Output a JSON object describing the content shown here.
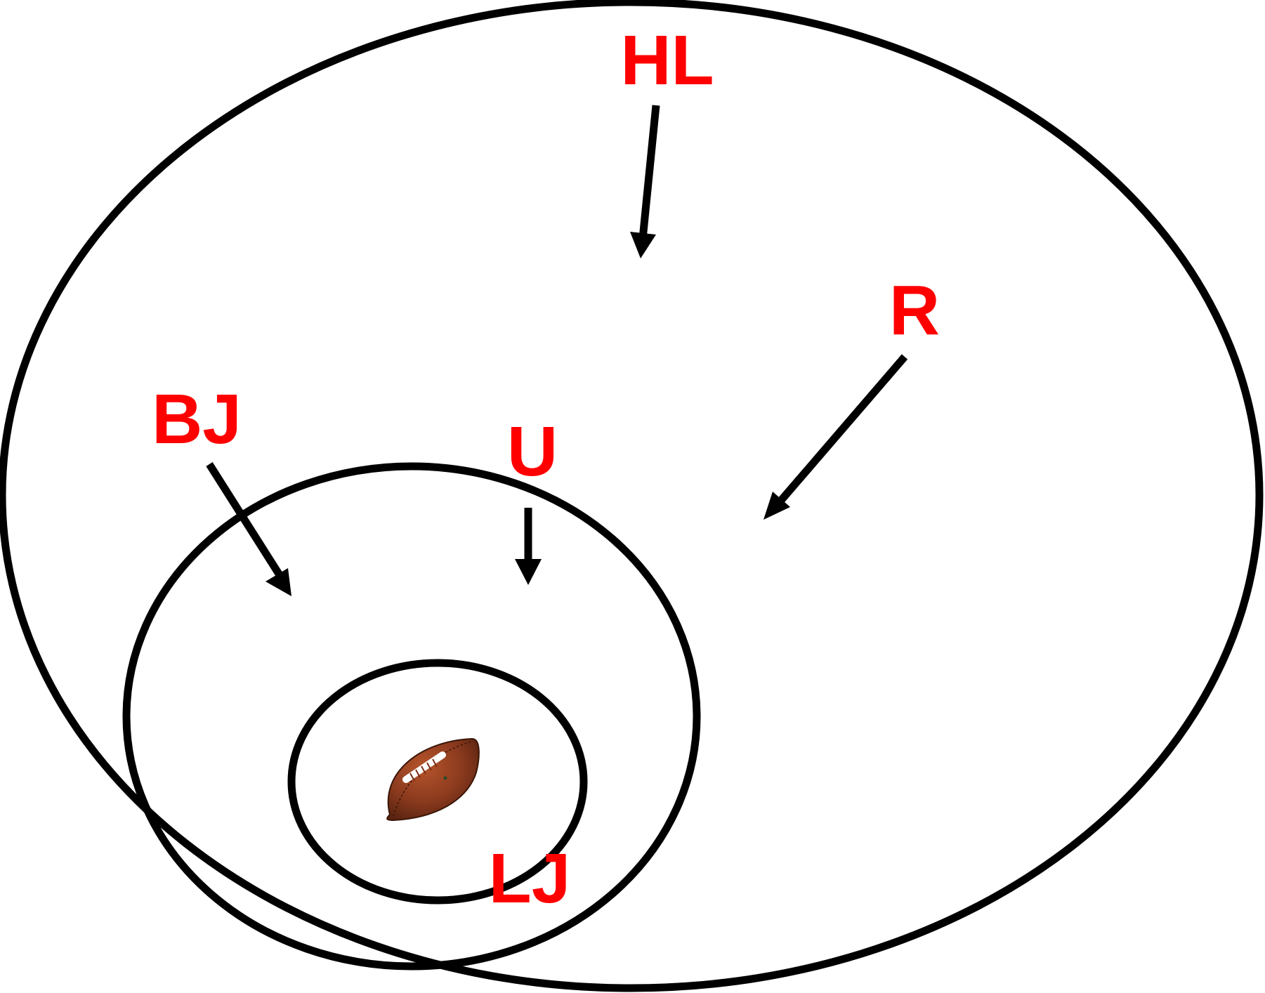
{
  "labels": {
    "hl": "HL",
    "r": "R",
    "bj": "BJ",
    "u": "U",
    "lj": "LJ"
  },
  "colors": {
    "label": "#ff0000",
    "stroke": "#000000",
    "background": "#ffffff",
    "football_body": "#8b3a1e",
    "football_laces": "#ffffff"
  },
  "icons": {
    "football": "football-icon"
  }
}
